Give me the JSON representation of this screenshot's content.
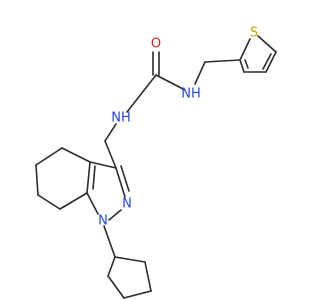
{
  "molecule": {
    "atoms": {
      "O1": {
        "symbol": "O",
        "color": "#e2231a"
      },
      "N_urea_right": {
        "symbol": "NH",
        "color": "#2347e8"
      },
      "N_urea_left": {
        "symbol": "NH",
        "color": "#2347e8"
      },
      "N2_pyrazole": {
        "symbol": "N",
        "color": "#2347e8"
      },
      "N1_pyrazole": {
        "symbol": "N",
        "color": "#2347e8"
      },
      "S_thiophene": {
        "symbol": "S",
        "color": "#c8a600"
      }
    },
    "bond_color": "#2b2b2b"
  }
}
